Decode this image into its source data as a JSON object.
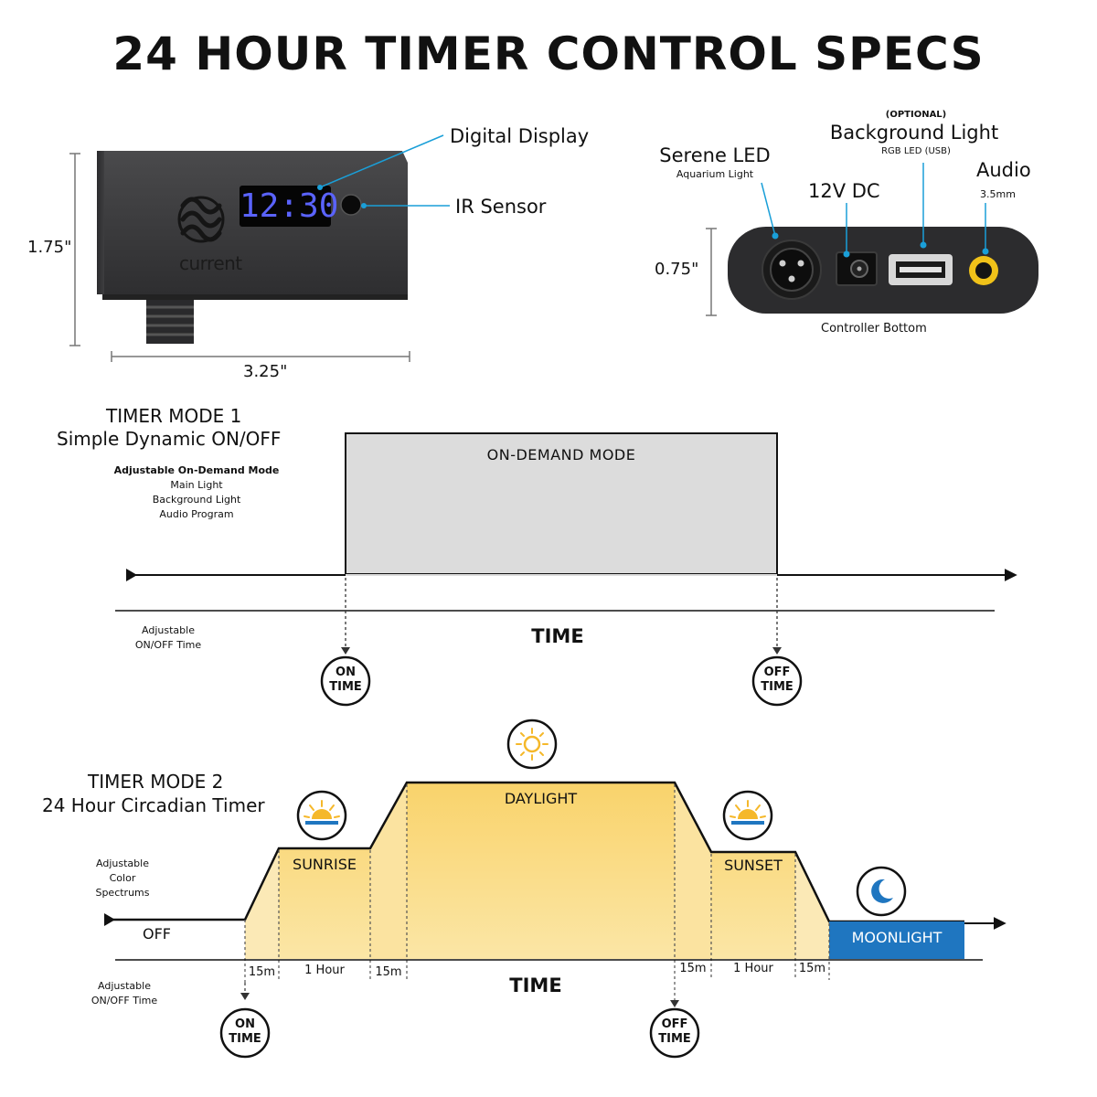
{
  "title": "24 HOUR TIMER CONTROL SPECS",
  "device": {
    "display_time": "12:30",
    "brand": "current",
    "height": "1.75\"",
    "width": "3.25\"",
    "digital_display_label": "Digital Display",
    "ir_sensor_label": "IR Sensor"
  },
  "bottom": {
    "serene_led": "Serene LED",
    "serene_led_sub": "Aquarium Light",
    "dc": "12V DC",
    "optional": "(OPTIONAL)",
    "background_light": "Background Light",
    "background_light_sub": "RGB LED (USB)",
    "audio": "Audio",
    "audio_sub": "3.5mm",
    "height": "0.75\"",
    "caption": "Controller Bottom"
  },
  "mode1": {
    "title": "TIMER MODE 1",
    "subtitle": "Simple Dynamic ON/OFF",
    "features": [
      "Adjustable On-Demand Mode",
      "Main Light",
      "Background Light",
      "Audio Program"
    ],
    "block_label": "ON-DEMAND MODE",
    "axis_label": "TIME",
    "adjustable_1": "Adjustable",
    "adjustable_2": "ON/OFF Time",
    "on_1": "ON",
    "on_2": "TIME",
    "off_1": "OFF",
    "off_2": "TIME"
  },
  "mode2": {
    "title": "TIMER MODE 2",
    "subtitle": "24 Hour Circadian Timer",
    "spectrum_1": "Adjustable",
    "spectrum_2": "Color",
    "spectrum_3": "Spectrums",
    "off": "OFF",
    "sunrise": "SUNRISE",
    "daylight": "DAYLIGHT",
    "sunset": "SUNSET",
    "moonlight": "MOONLIGHT",
    "axis_label": "TIME",
    "segments": [
      "15m",
      "1 Hour",
      "15m",
      "15m",
      "1 Hour",
      "15m"
    ],
    "adjustable_1": "Adjustable",
    "adjustable_2": "ON/OFF Time",
    "on_1": "ON",
    "on_2": "TIME",
    "off_1": "OFF",
    "off_2": "TIME"
  },
  "colors": {
    "accent_blue": "#1a9fd8",
    "display_blue": "#5a63ff",
    "sun_yellow": "#f9d36b",
    "sun_pale": "#fbeab4",
    "moon_blue": "#1f76c0",
    "block_gray": "#dcdcdc"
  }
}
